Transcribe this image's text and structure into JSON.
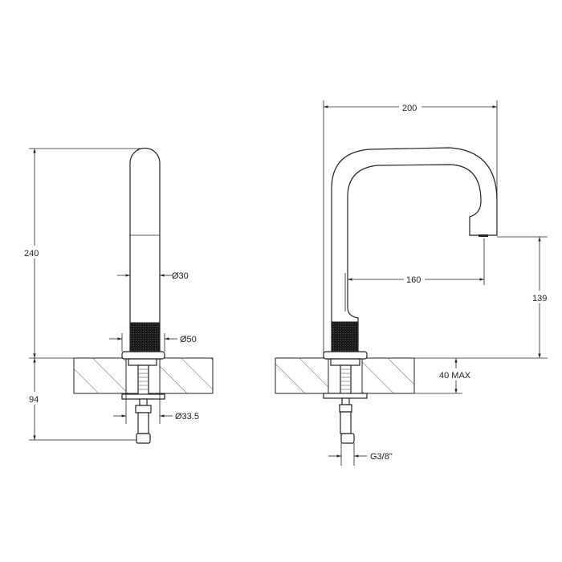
{
  "front_view": {
    "height_label": "240",
    "below_label": "94",
    "spout_diameter_label": "Ø30",
    "base_diameter_label": "Ø50",
    "hole_diameter_label": "Ø33.5"
  },
  "side_view": {
    "width_label": "200",
    "reach_label": "160",
    "outlet_height_label": "139",
    "counter_thickness_label": "40 MAX",
    "connection_label": "G3/8\""
  },
  "colors": {
    "line": "#222222",
    "knurl": "#1a1a1a",
    "background": "#ffffff"
  }
}
